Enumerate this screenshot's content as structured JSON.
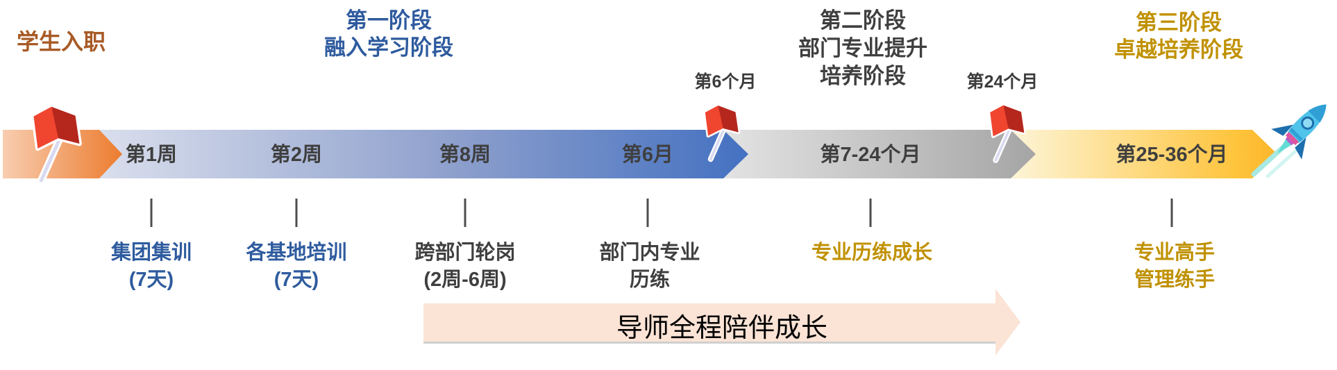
{
  "header": {
    "start_title": "学生入职",
    "stage1_title": "第一阶段\n融入学习阶段",
    "stage2_title": "第二阶段\n部门专业提升\n培养阶段",
    "stage3_title": "第三阶段\n卓越培养阶段"
  },
  "flags": {
    "month6_label": "第6个月",
    "month24_label": "第24个月"
  },
  "timeline": {
    "milestones": [
      {
        "label": "第1周",
        "detail": "集团集训\n(7天)"
      },
      {
        "label": "第2周",
        "detail": "各基地培训\n(7天)"
      },
      {
        "label": "第8周",
        "detail": "跨部门轮岗\n(2周-6周)"
      },
      {
        "label": "第6月",
        "detail": "部门内专业\n历练"
      },
      {
        "label": "第7-24个月",
        "detail": "专业历练成长"
      },
      {
        "label": "第25-36个月",
        "detail": "专业高手\n管理练手"
      }
    ]
  },
  "mentor_arrow": {
    "label": "导师全程陪伴成长"
  },
  "colors": {
    "start_title": "#a85a26",
    "stage1_blue": "#2e5b9e",
    "stage2_dark": "#3f3f3f",
    "stage3_gold": "#c09100",
    "band_orange_end": "#ec7c2f",
    "band_blue_end": "#4471c1",
    "band_gray_end": "#a5a5a5",
    "band_yellow_end": "#fec43c",
    "mentor_peach": "#fbe3d5",
    "flag_red": "#e8392b"
  }
}
